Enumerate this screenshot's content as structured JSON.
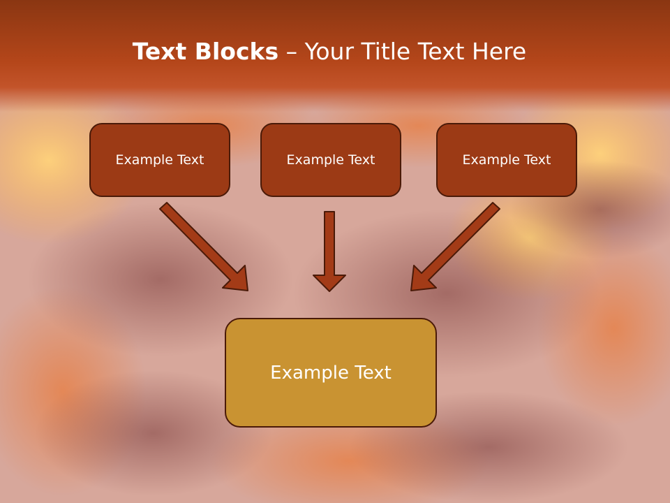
{
  "slide": {
    "title_bold": "Text Blocks",
    "title_separator": " – ",
    "title_rest": "Your Title Text Here",
    "top_boxes": [
      "Example Text",
      "Example Text",
      "Example Text"
    ],
    "bottom_box": "Example Text"
  },
  "colors": {
    "header": "#b4461a",
    "top_box_fill": "#9c3a15",
    "bottom_box_fill": "#c99332",
    "arrow_fill": "#a33b17",
    "border": "#4a1a08"
  }
}
